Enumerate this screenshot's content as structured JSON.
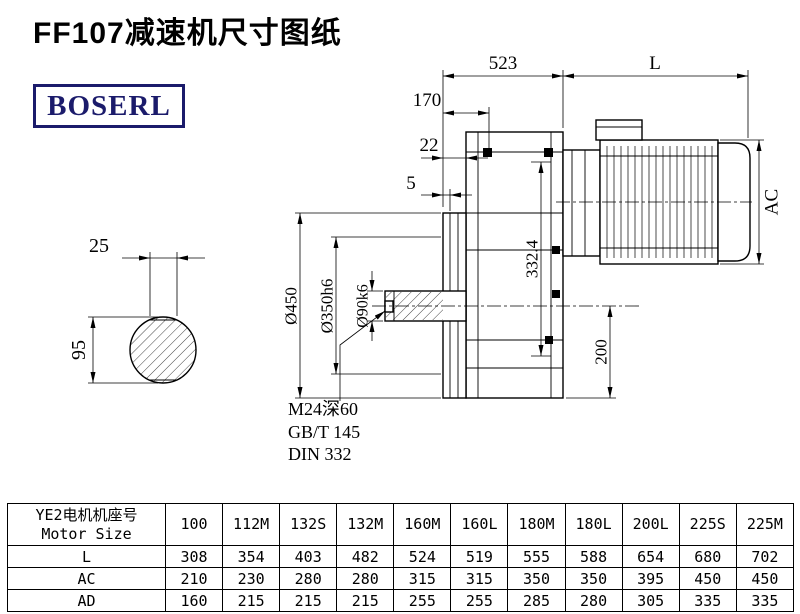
{
  "page": {
    "title": "FF107减速机尺寸图纸",
    "logo": "BOSERL",
    "brand_color": "#1b1b6b"
  },
  "drawing": {
    "dim_523": "523",
    "dim_L": "L",
    "dim_170": "170",
    "dim_22": "22",
    "dim_5": "5",
    "dim_AC": "AC",
    "dim_25": "25",
    "dim_95": "95",
    "dim_d450": "Ø450",
    "dim_d350": "Ø350h6",
    "dim_d90": "Ø90k6",
    "dim_332": "332.4",
    "dim_200": "200",
    "note_thread": "M24深60",
    "note_gb": "GB/T 145",
    "note_din": "DIN 332"
  },
  "table": {
    "header_cn": "YE2电机机座号",
    "header_en": "Motor Size",
    "columns": [
      "100",
      "112M",
      "132S",
      "132M",
      "160M",
      "160L",
      "180M",
      "180L",
      "200L",
      "225S",
      "225M"
    ],
    "rows": [
      {
        "label": "L",
        "values": [
          "308",
          "354",
          "403",
          "482",
          "524",
          "519",
          "555",
          "588",
          "654",
          "680",
          "702"
        ]
      },
      {
        "label": "AC",
        "values": [
          "210",
          "230",
          "280",
          "280",
          "315",
          "315",
          "350",
          "350",
          "395",
          "450",
          "450"
        ]
      },
      {
        "label": "AD",
        "values": [
          "160",
          "215",
          "215",
          "215",
          "255",
          "255",
          "285",
          "280",
          "305",
          "335",
          "335"
        ]
      }
    ]
  }
}
